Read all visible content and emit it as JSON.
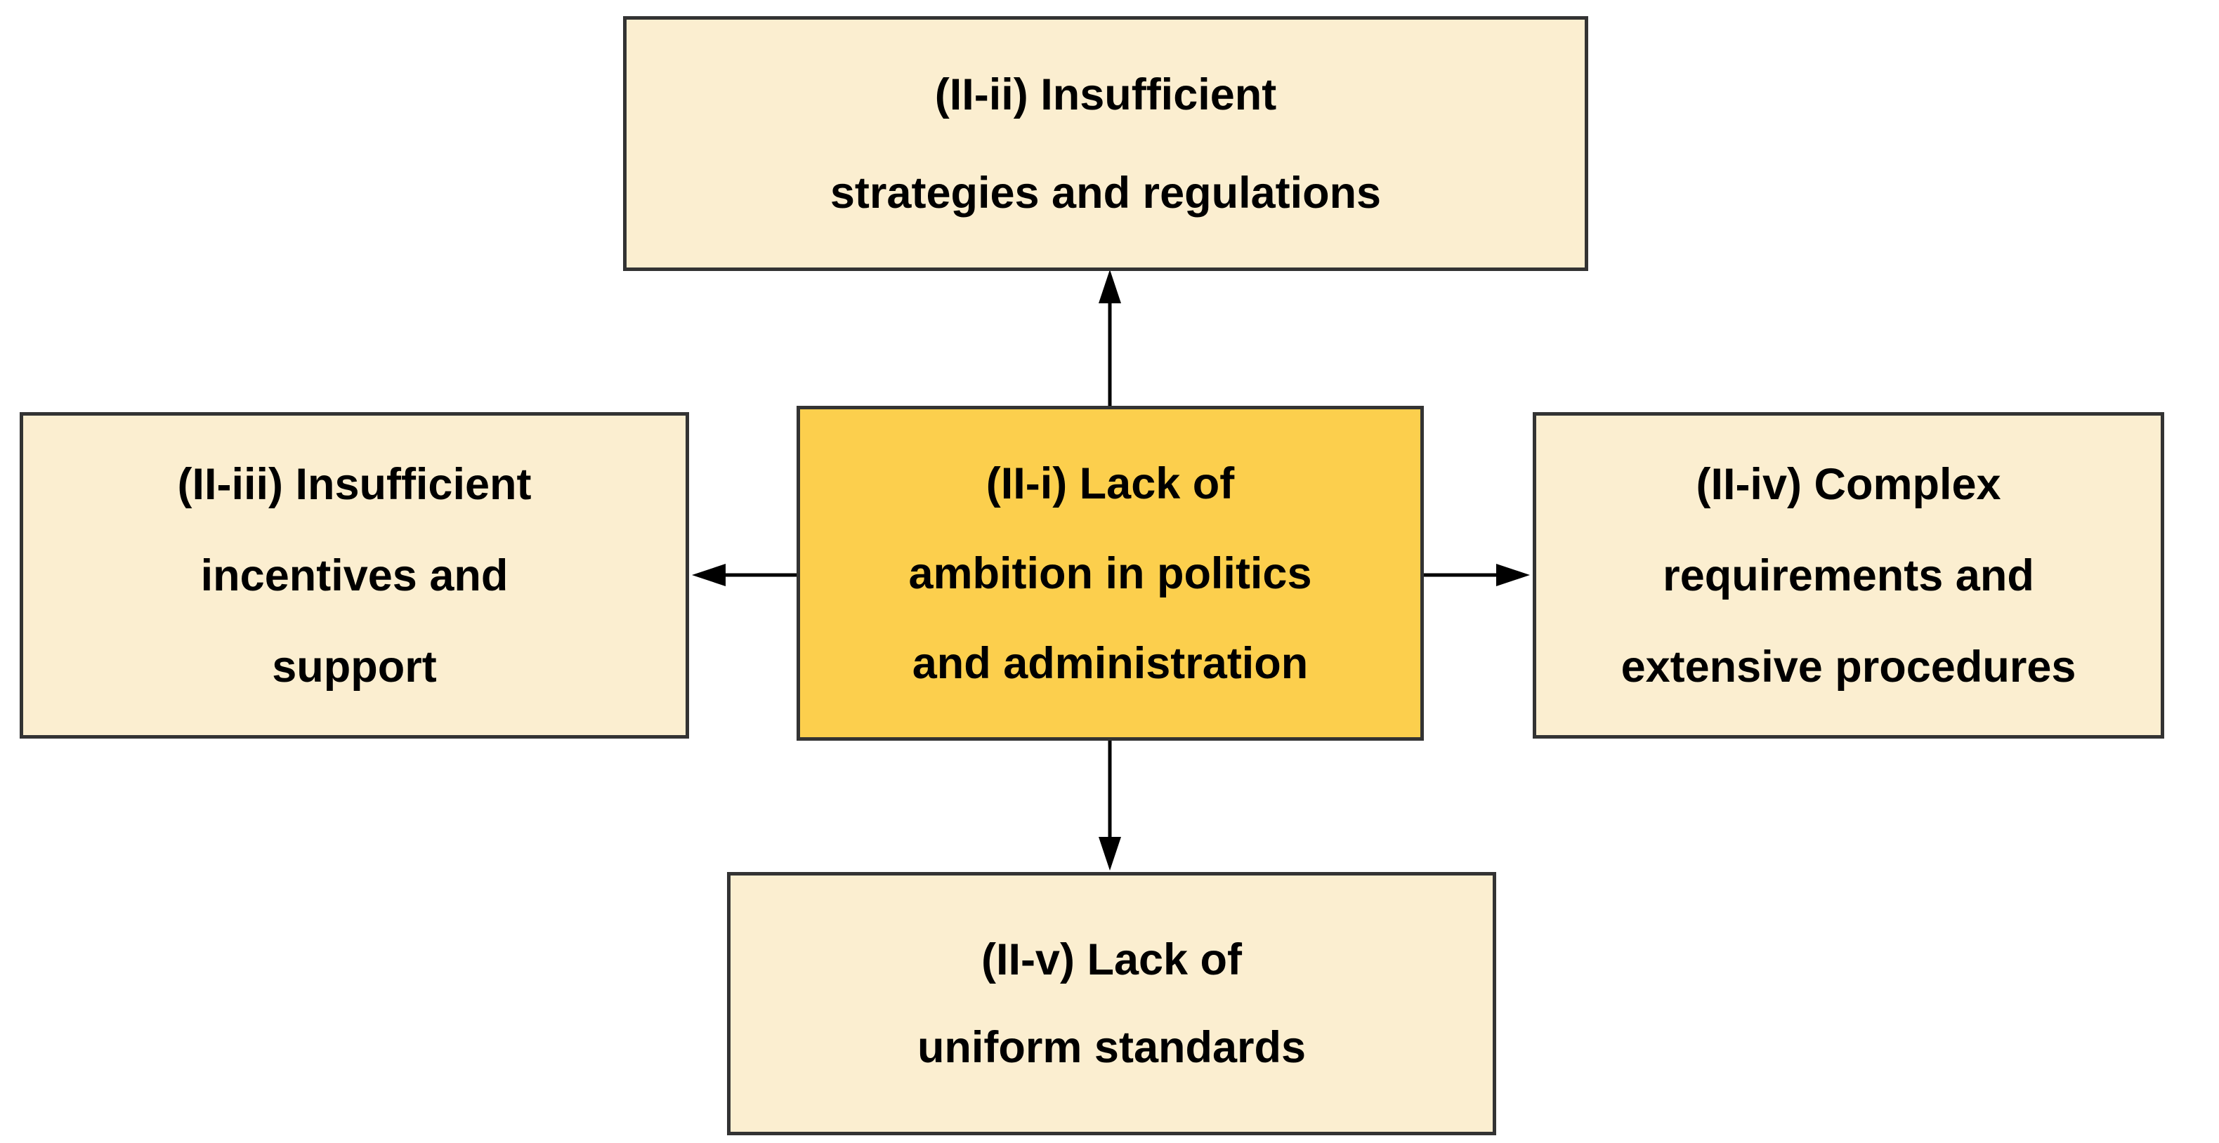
{
  "nodes": {
    "center": {
      "lines": [
        "(II-i) Lack of",
        "ambition in politics",
        "and administration"
      ]
    },
    "top": {
      "lines": [
        "(II-ii) Insufficient",
        "strategies and regulations"
      ]
    },
    "left": {
      "lines": [
        "(II-iii) Insufficient",
        "incentives and",
        "support"
      ]
    },
    "right": {
      "lines": [
        "(II-iv) Complex",
        "requirements and",
        "extensive procedures"
      ]
    },
    "bottom": {
      "lines": [
        "(II-v) Lack of",
        "uniform standards"
      ]
    }
  },
  "colors": {
    "center_fill": "#fccf4d",
    "outer_fill": "#fbeed0",
    "border": "#333333",
    "arrow": "#000000",
    "background": "#ffffff",
    "text": "#000000"
  }
}
